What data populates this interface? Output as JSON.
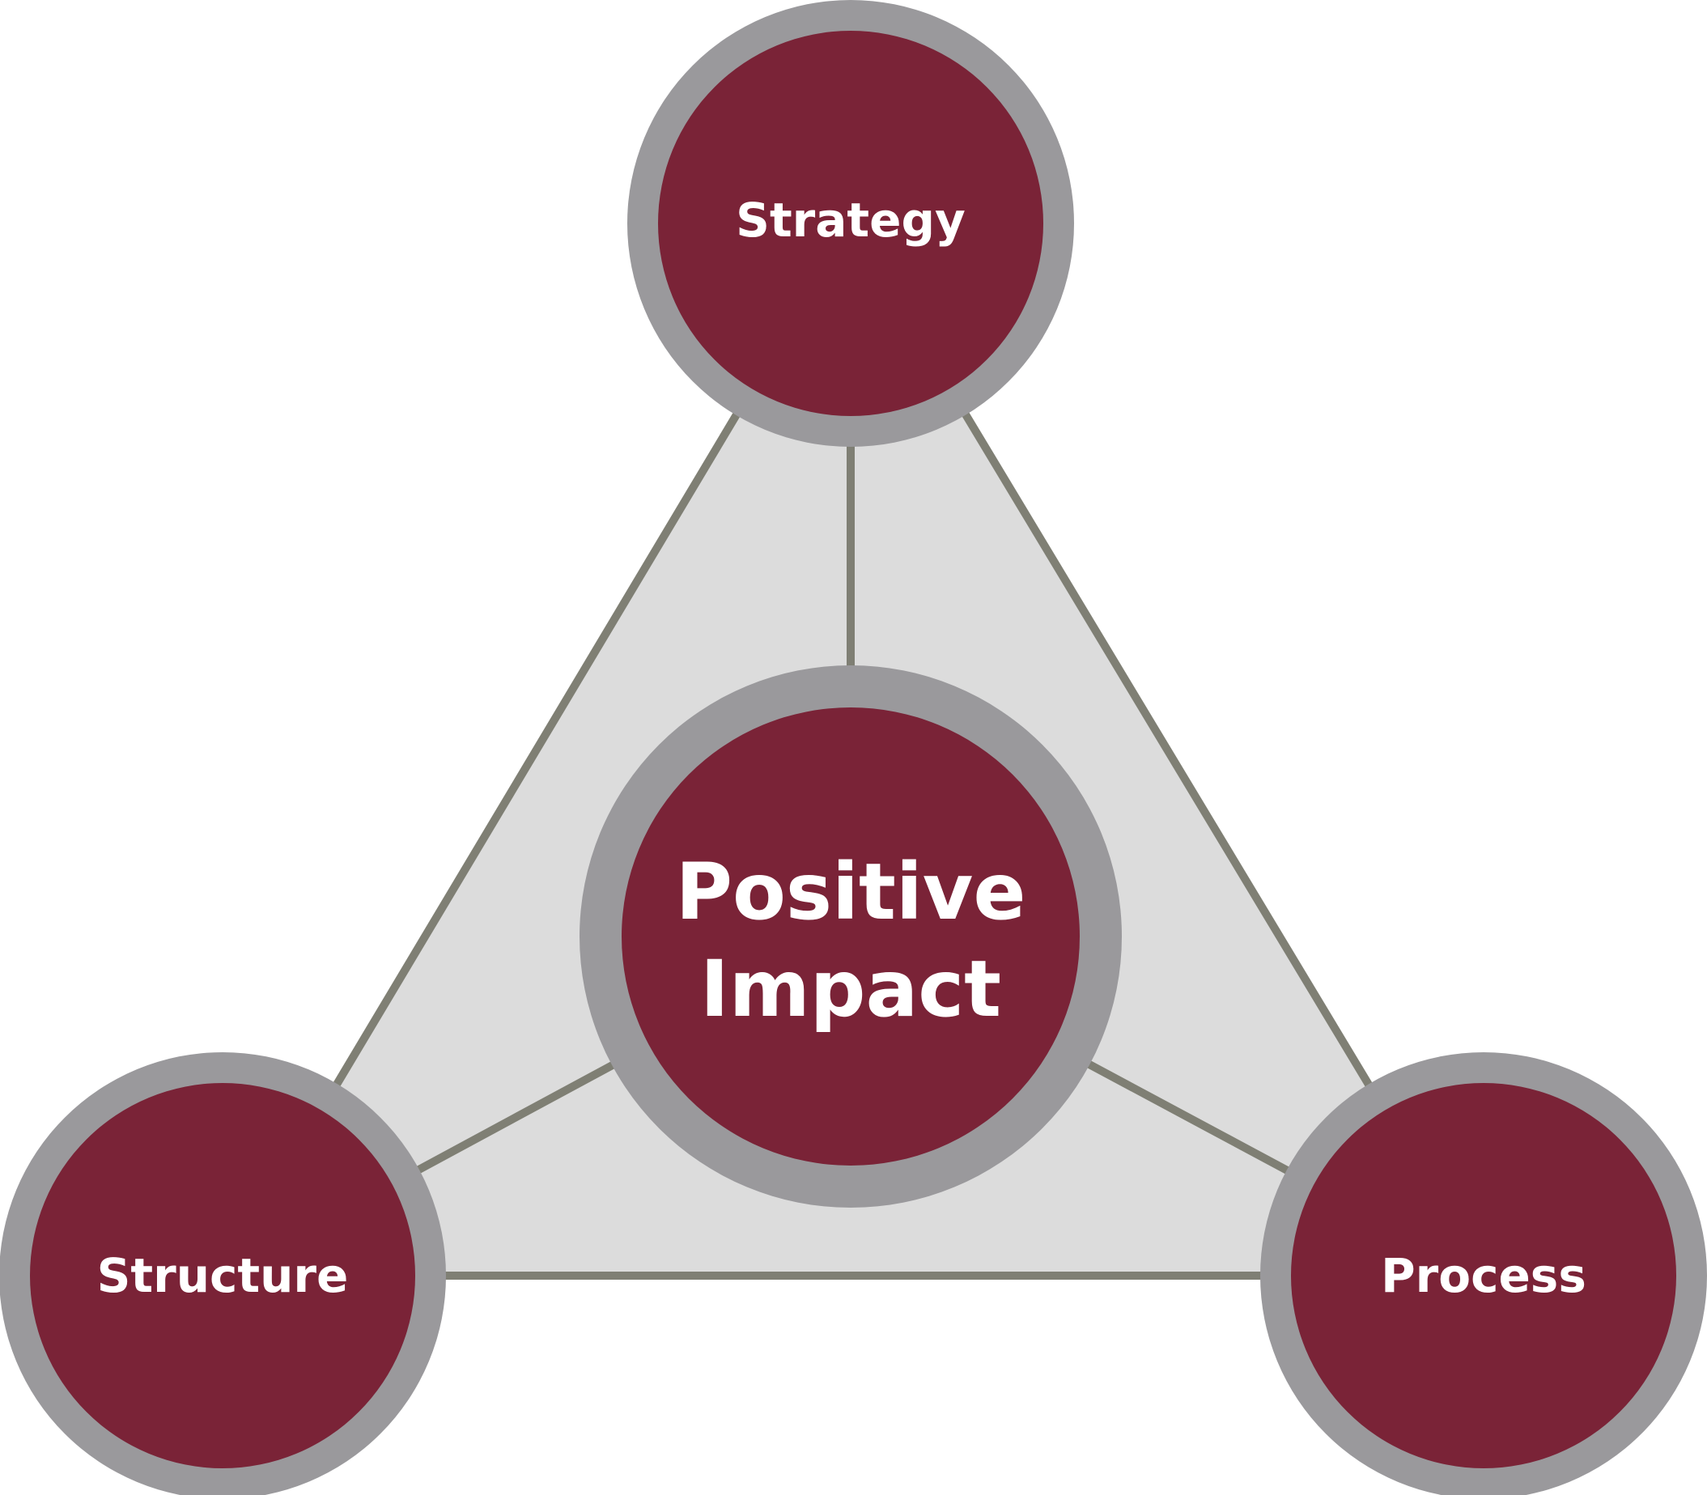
{
  "colors": {
    "background": "#ffffff",
    "triangle_fill": "#dcdcdc",
    "connector": "#7f7f74",
    "ring": "#9a999c",
    "node_fill": "#7a2337",
    "label": "#ffffff"
  },
  "center": {
    "line1": "Positive",
    "line2": "Impact"
  },
  "nodes": {
    "top": "Strategy",
    "left": "Structure",
    "right": "Process"
  }
}
